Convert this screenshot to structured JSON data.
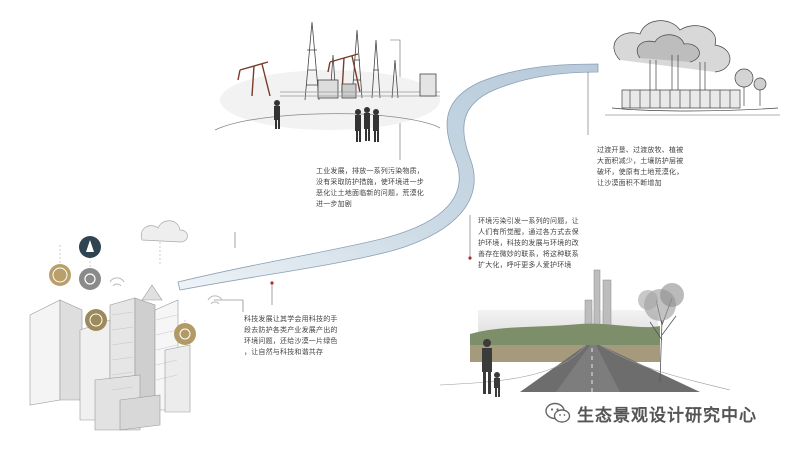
{
  "notes": {
    "industry": "工业发展，排放一系列污染物质，\n没有采取防护措施，使环境进一步\n恶化让土地面临新的问题，荒漠化\n进一步加剧",
    "desertification": "过渡开垦、过渡放牧、植被\n大面积减少，土壤防护层被\n破坏，使原有土地荒漠化，\n让沙漠面积不断增加",
    "environment": "环境污染引发一系列的问题，让\n人们有所觉醒，通过各方式去保\n护环境，科技的发展与环境的改\n善存在微妙的联系，将这种联系\n扩大化，呼吁更多人爱护环境",
    "technology": "科技发展让其学会用科技的手\n段去防护各类产业发展产出的\n环境问题，还给沙漠一片绿色\n，让自然与科技和谐共存"
  },
  "watermark": {
    "text": "生态景观设计研究中心",
    "icon": "wechat-icon"
  },
  "colors": {
    "road_fill": "#c9d8e4",
    "road_edge": "#8aa0b3",
    "leader": "#555555",
    "marker": "#b03030",
    "sketch": "#444444",
    "gold_icon": "#b9a06a",
    "dark_icon": "#2f4450",
    "grey_icon": "#8a8a8a"
  }
}
